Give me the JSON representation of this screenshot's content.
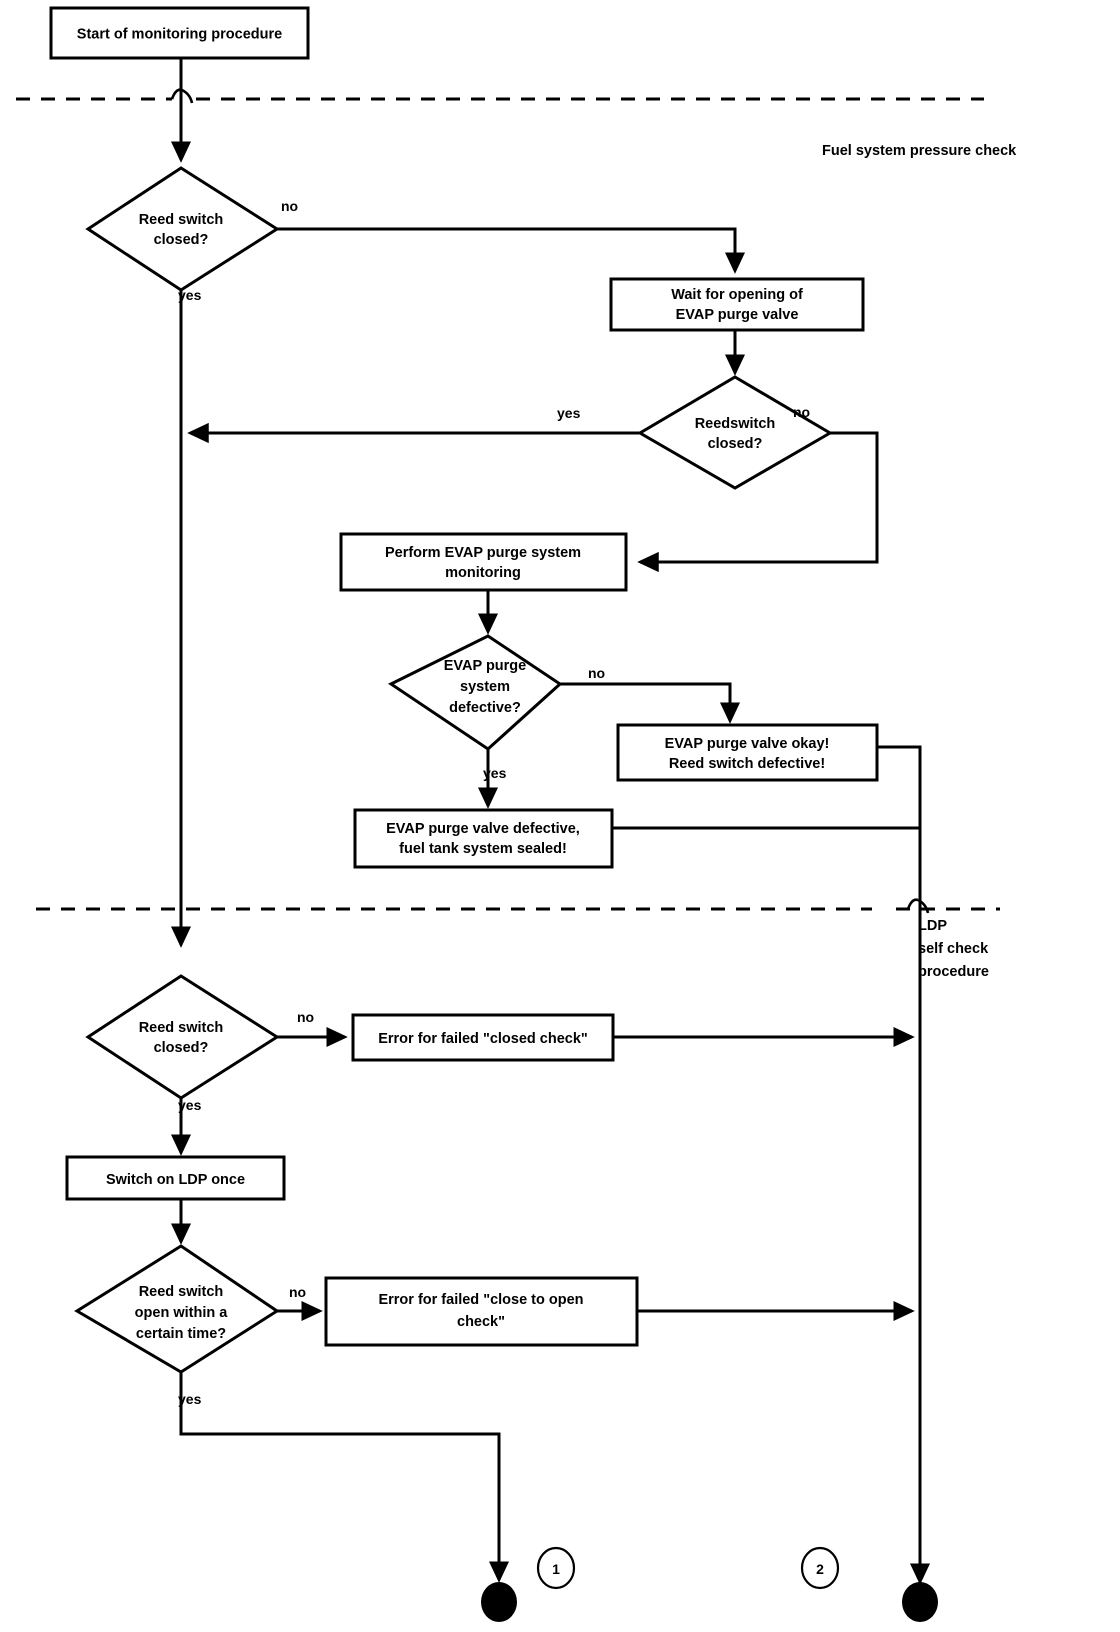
{
  "diagram": {
    "title": "Leak Detection Pump (LDP) monitoring procedure flowchart",
    "type": "flowchart",
    "background_color": "#ffffff",
    "line_color": "#000000",
    "zone_labels": [
      {
        "id": "fuel-system-pressure-check",
        "text": "Fuel system pressure check"
      },
      {
        "id": "ldp-self-check-procedure",
        "line1": "LDP",
        "line2": "self check",
        "line3": "procedure"
      }
    ],
    "nodes": {
      "start": {
        "shape": "process",
        "text": "Start of monitoring procedure"
      },
      "reed_switch_closed_1": {
        "shape": "decision",
        "line1": "Reed switch",
        "line2": "closed?"
      },
      "wait_evap": {
        "shape": "process",
        "line1": "Wait for opening of",
        "line2": "EVAP purge valve"
      },
      "reedswitch_closed_2": {
        "shape": "decision",
        "line1": "Reedswitch",
        "line2": "closed?"
      },
      "perform_evap": {
        "shape": "process",
        "line1": "Perform EVAP purge system",
        "line2": "monitoring"
      },
      "evap_defective": {
        "shape": "decision",
        "line1": "EVAP purge",
        "line2": "system",
        "line3": "defective?"
      },
      "evap_okay": {
        "shape": "process",
        "line1": "EVAP purge valve okay!",
        "line2": "Reed switch defective!"
      },
      "evap_valve_defective": {
        "shape": "process",
        "line1": "EVAP purge valve defective,",
        "line2": "fuel tank system sealed!"
      },
      "reed_switch_closed_3": {
        "shape": "decision",
        "line1": "Reed switch",
        "line2": "closed?"
      },
      "error_closed_check": {
        "shape": "process",
        "text": "Error for failed \"closed check\""
      },
      "switch_on_ldp": {
        "shape": "process",
        "text": "Switch on LDP once"
      },
      "reed_switch_open_time": {
        "shape": "decision",
        "line1": "Reed switch",
        "line2": "open within a",
        "line3": "certain time?"
      },
      "error_close_to_open": {
        "shape": "process",
        "line1": "Error for failed \"close to open",
        "line2": "check\""
      },
      "terminal_1": {
        "shape": "terminator-dot"
      },
      "terminal_2": {
        "shape": "terminator-dot"
      },
      "connector_1": {
        "shape": "connector-circle",
        "label": "1"
      },
      "connector_2": {
        "shape": "connector-circle",
        "label": "2"
      }
    },
    "edge_labels": {
      "d1_no": "no",
      "d1_yes": "yes",
      "d2_yes": "yes",
      "d2_no": "no",
      "d3_no": "no",
      "d3_yes": "yes",
      "d4_no": "no",
      "d4_yes": "yes",
      "d5_no": "no",
      "d5_yes": "yes"
    }
  }
}
